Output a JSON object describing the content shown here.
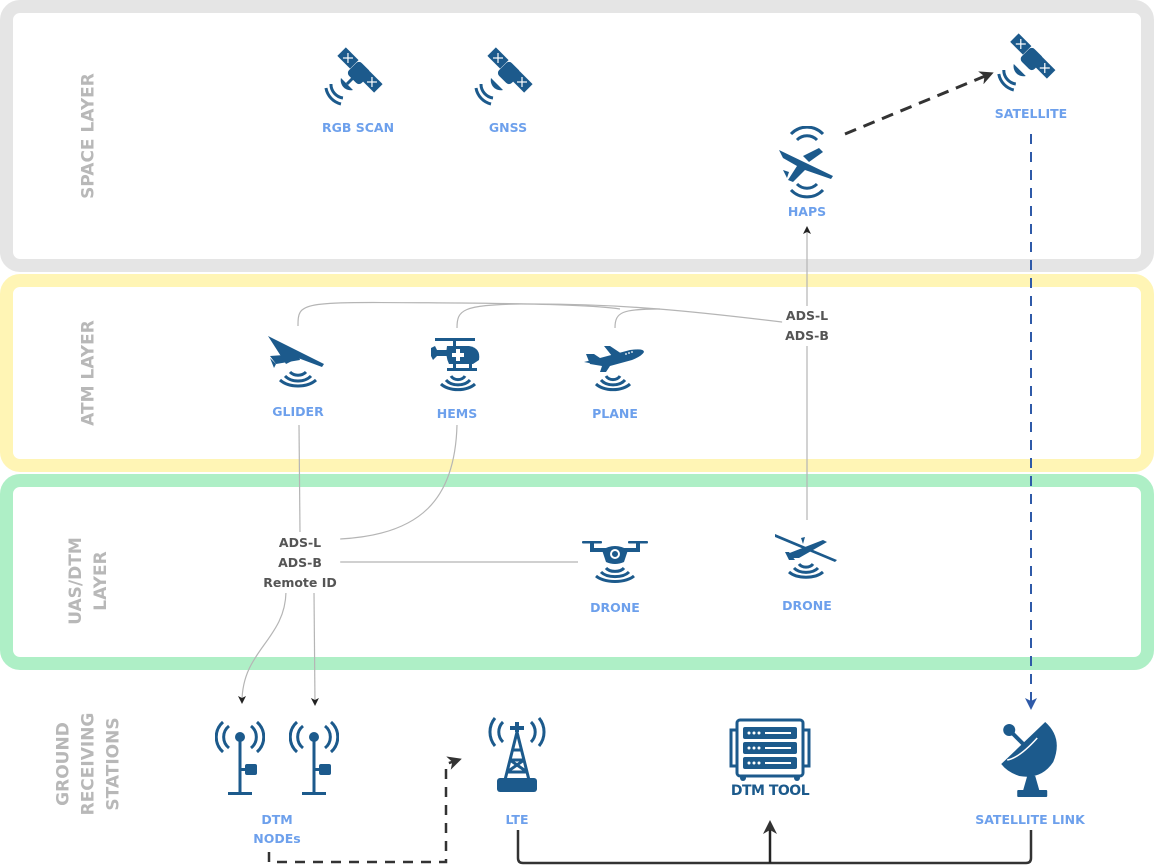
{
  "colors": {
    "space_border": "#e5e5e5",
    "atm_border": "#fff5b5",
    "uas_border": "#aeefc6",
    "icon": "#1c5a8c",
    "label": "#6da0ec",
    "layer_title": "#b8b8b8",
    "link_satellite": "#2f5aa8"
  },
  "layers": {
    "space": "SPACE LAYER",
    "atm": "ATM LAYER",
    "uas": "UAS/DTM\nLAYER",
    "ground": "GROUND\nRECEIVING\nSTATIONS"
  },
  "nodes": {
    "rgb_scan": {
      "label": "RGB SCAN",
      "icon": "satellite-icon"
    },
    "gnss": {
      "label": "GNSS",
      "icon": "satellite-icon"
    },
    "satellite": {
      "label": "SATELLITE",
      "icon": "satellite-icon"
    },
    "haps": {
      "label": "HAPS",
      "icon": "airplane-icon"
    },
    "glider": {
      "label": "GLIDER",
      "icon": "glider-icon"
    },
    "hems": {
      "label": "HEMS",
      "icon": "helicopter-icon"
    },
    "plane": {
      "label": "PLANE",
      "icon": "airplane-icon"
    },
    "drone_quad": {
      "label": "DRONE",
      "icon": "quadcopter-icon"
    },
    "drone_fixed": {
      "label": "DRONE",
      "icon": "fixed-wing-drone-icon"
    },
    "dtm_nodes": {
      "label": "DTM\nNODEs",
      "icon": "antenna-icon"
    },
    "lte": {
      "label": "LTE",
      "icon": "cell-tower-icon"
    },
    "dtm_tool": {
      "label": "DTM TOOL",
      "icon": "server-rack-icon"
    },
    "satellite_link": {
      "label": "SATELLITE LINK",
      "icon": "satellite-dish-icon"
    }
  },
  "protocols": {
    "atm": [
      "ADS-L",
      "ADS-B"
    ],
    "uas": [
      "ADS-L",
      "ADS-B",
      "Remote ID"
    ]
  }
}
